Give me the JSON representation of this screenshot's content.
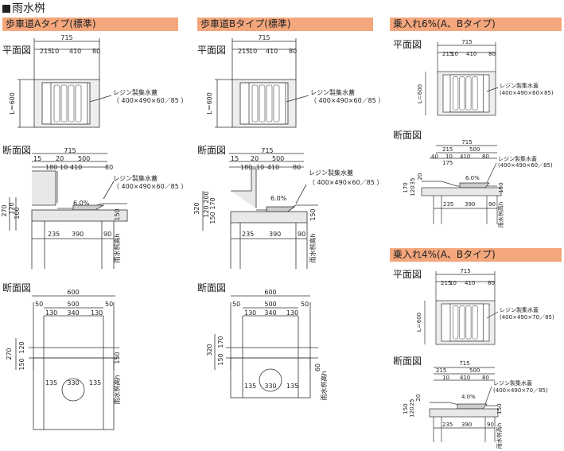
{
  "page_title": "雨水桝",
  "sections": {
    "a": {
      "title": "歩車道Aタイプ(標準)",
      "plan": "平面図",
      "sec1": "断面図",
      "sec2": "断面図"
    },
    "b": {
      "title": "歩車道Bタイプ(標準)",
      "plan": "平面図",
      "sec1": "断面図",
      "sec2": "断面図"
    },
    "c": {
      "title": "乗入れ6%(A、Bタイプ)",
      "plan": "平面図",
      "sec1": "断面図"
    },
    "d": {
      "title": "乗入れ4%(A、Bタイプ)",
      "plan": "平面図",
      "sec1": "断面図"
    }
  },
  "dims": {
    "w715": "715",
    "d215": "215",
    "d10": "10",
    "d410": "410",
    "d80": "80",
    "d600": "L＝600",
    "d15": "15",
    "d20": "20",
    "d500": "500",
    "d180": "180",
    "d175": "175",
    "d40": "40",
    "d235": "235",
    "d390": "390",
    "d90": "90",
    "d150": "150",
    "depth": "雨水桝高h",
    "d270": "270",
    "d100": "100",
    "d120": "120",
    "d200": "200",
    "d320": "320",
    "d170": "170",
    "d600b": "600",
    "d50": "50",
    "d130": "130",
    "d340": "340",
    "d135": "135",
    "d330": "330",
    "d60": "60",
    "d35": "35",
    "d25": "25",
    "slope6": "6.0%",
    "slope4": "4.0%"
  },
  "notes": {
    "cover": "レジン製集水蓋",
    "spec1": "（ 400×490×60／85 ）",
    "spec2": "(400×490×60×85)",
    "spec3": "(400×490×60／85)",
    "spec4": "(400×490×70／85)"
  }
}
